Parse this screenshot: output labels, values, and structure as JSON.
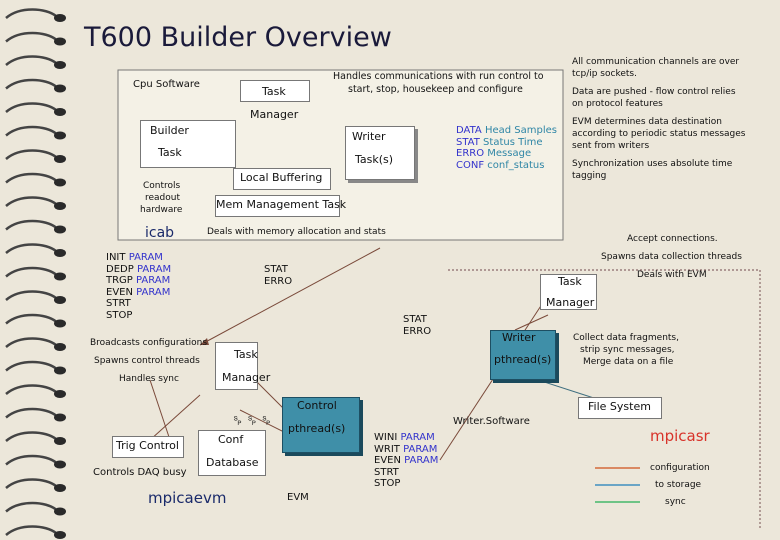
{
  "title": "T600 Builder Overview",
  "colors": {
    "background": "#ece7da",
    "teal": "#3f8fa8",
    "brown": "#d46a3a",
    "blue_line": "#3f8fc0",
    "green_line": "#45b96a",
    "red_text": "#d8332a",
    "blue_text": "#3333cc"
  },
  "cpu": {
    "label": "Cpu Software",
    "builder": "Builder",
    "builder_task": "Task",
    "task": "Task",
    "manager": "Manager",
    "writer": "Writer",
    "writer_task": "Task(s)",
    "local_buffering": "Local Buffering",
    "mem_management": "Mem Management Task",
    "controls_readout_1": "Controls",
    "controls_readout_2": "readout",
    "controls_readout_3": "hardware",
    "icab": "icab",
    "handles_comm_1": "Handles communications with run control to",
    "handles_comm_2": "start, stop, housekeep and configure",
    "deals_memory": "Deals with memory allocation and stats",
    "data_types": [
      {
        "key": "DATA",
        "value": "Head Samples"
      },
      {
        "key": "STAT",
        "value": "Status Time"
      },
      {
        "key": "ERRO",
        "value": "Message"
      },
      {
        "key": "CONF",
        "value": "conf_status"
      }
    ]
  },
  "notes": [
    {
      "line1": "All communication channels are over",
      "line2": "tcp/ip sockets."
    },
    {
      "line1": "Data are pushed - flow control relies",
      "line2": "on protocol features"
    },
    {
      "line1": "EVM determines data destination",
      "line2": "according to periodic status messages",
      "line3": "sent from writers"
    },
    {
      "line1": "Synchronization uses absolute time",
      "line2": "tagging"
    }
  ],
  "params_left": [
    {
      "key": "INIT",
      "value": "PARAM"
    },
    {
      "key": "DEDP",
      "value": "PARAM"
    },
    {
      "key": "TRGP",
      "value": "PARAM"
    },
    {
      "key": "EVEN",
      "value": "PARAM"
    },
    {
      "key": "STRT",
      "value": ""
    },
    {
      "key": "STOP",
      "value": ""
    }
  ],
  "stat_erro_1": {
    "a": "STAT",
    "b": "ERRO"
  },
  "stat_erro_2": {
    "a": "STAT",
    "b": "ERRO"
  },
  "evm": {
    "broadcasts": "Broadcasts configurations",
    "spawns": "Spawns control threads",
    "handles_sync": "Handles sync",
    "task": "Task",
    "manager": "Manager",
    "control": "Control",
    "pthreads": "pthread(s)",
    "garbled": "␠␠␠",
    "conf": "Conf",
    "database": "Database",
    "trig_control": "Trig Control",
    "controls_daq": "Controls DAQ busy",
    "name": "mpicaevm",
    "evm_label": "EVM"
  },
  "params_mid": [
    {
      "key": "WINI",
      "value": "PARAM"
    },
    {
      "key": "WRIT",
      "value": "PARAM"
    },
    {
      "key": "EVEN",
      "value": "PARAM"
    },
    {
      "key": "STRT",
      "value": ""
    },
    {
      "key": "STOP",
      "value": ""
    }
  ],
  "writer_side": {
    "accept": "Accept connections.",
    "spawns": "Spawns data collection threads",
    "task": "Task",
    "manager": "Manager",
    "deals_evm": "Deals with EVM",
    "writer": "Writer",
    "pthreads": "pthread(s)",
    "collect_1": "Collect data fragments,",
    "collect_2": "strip sync messages,",
    "collect_3": "Merge data on a file",
    "file_system": "File System",
    "writer_software": "Writer.Software",
    "name": "mpicasr"
  },
  "legend": [
    {
      "label": "configuration",
      "color": "#d46a3a"
    },
    {
      "label": "to storage",
      "color": "#3f8fc0"
    },
    {
      "label": "sync",
      "color": "#45b96a"
    }
  ]
}
